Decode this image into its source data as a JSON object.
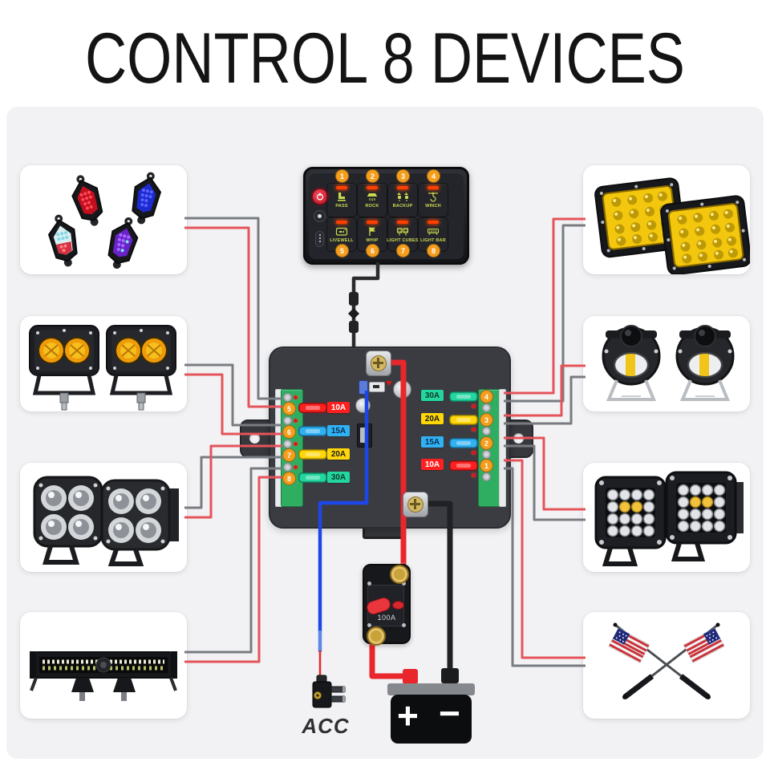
{
  "title": "CONTROL 8 DEVICES",
  "colors": {
    "board_bg": "#f2f2f4",
    "channel_badge": "#f49e1e",
    "panel_label": "#ccd94f",
    "panel_led": "#ff3e00",
    "terminal_green": "#2fae62",
    "wire_red": "#e4545a",
    "wire_gray": "#787c81",
    "power_red": "#e8262c",
    "ground_black": "#202124",
    "acc_blue": "#1d46e8",
    "acc_blue_light": "#5d86ea",
    "cable_black": "#2a2b2e"
  },
  "switch_panel": {
    "buttons": [
      {
        "num": "1",
        "label": "PASS",
        "icon": "seat-icon"
      },
      {
        "num": "2",
        "label": "ROCK",
        "icon": "rock-light-icon"
      },
      {
        "num": "3",
        "label": "BACKUP",
        "icon": "backup-light-icon"
      },
      {
        "num": "4",
        "label": "WINCH",
        "icon": "winch-hook-icon"
      },
      {
        "num": "5",
        "label": "LIVEWELL",
        "icon": "livewell-icon"
      },
      {
        "num": "6",
        "label": "WHIP",
        "icon": "whip-flag-icon"
      },
      {
        "num": "7",
        "label": "LIGHT CUBES",
        "icon": "light-cubes-icon"
      },
      {
        "num": "8",
        "label": "LIGHT BAR",
        "icon": "light-bar-icon"
      }
    ]
  },
  "control_box": {
    "left_channels": [
      {
        "num": "5",
        "fuse_label": "10A",
        "fuse_color": "#fe2020",
        "fuse_text": "#ffffff"
      },
      {
        "num": "6",
        "fuse_label": "15A",
        "fuse_color": "#2fb1f3",
        "fuse_text": "#0b2e52"
      },
      {
        "num": "7",
        "fuse_label": "20A",
        "fuse_color": "#ffd60a",
        "fuse_text": "#1a1a1a"
      },
      {
        "num": "8",
        "fuse_label": "30A",
        "fuse_color": "#22d69e",
        "fuse_text": "#103828"
      }
    ],
    "right_channels": [
      {
        "num": "4",
        "fuse_label": "30A",
        "fuse_color": "#22d69e",
        "fuse_text": "#103828"
      },
      {
        "num": "3",
        "fuse_label": "20A",
        "fuse_color": "#ffd60a",
        "fuse_text": "#1a1a1a"
      },
      {
        "num": "2",
        "fuse_label": "15A",
        "fuse_color": "#2fb1f3",
        "fuse_text": "#0b2e52"
      },
      {
        "num": "1",
        "fuse_label": "10A",
        "fuse_color": "#fe2020",
        "fuse_text": "#ffffff"
      }
    ]
  },
  "breaker": {
    "label": "100A"
  },
  "battery": {
    "plus": "+",
    "minus": "−"
  },
  "acc_label": "ACC",
  "devices": [
    {
      "position": "left-1",
      "icon": "rgb-rock-lights-image"
    },
    {
      "position": "left-2",
      "icon": "amber-pod-lights-image"
    },
    {
      "position": "left-3",
      "icon": "round-quad-pod-lights-image"
    },
    {
      "position": "left-4",
      "icon": "led-light-bar-image"
    },
    {
      "position": "right-1",
      "icon": "amber-flood-lights-image"
    },
    {
      "position": "right-2",
      "icon": "projector-fog-lights-image"
    },
    {
      "position": "right-3",
      "icon": "led-cube-lights-image"
    },
    {
      "position": "right-4",
      "icon": "flag-whips-image"
    }
  ]
}
